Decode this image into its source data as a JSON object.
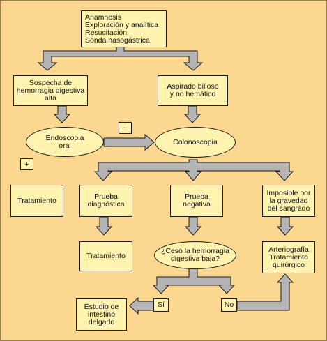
{
  "nodes": {
    "initial": "Anamnesis\nExploración y analítica\nResucitación\nSonda nasogástrica",
    "suspect_upper": "Sospecha de\nhemorragia digestiva\nalta",
    "bilious": "Aspirado bilioso\ny no hemático",
    "endoscopy": "Endoscopia\noral",
    "colonoscopy": "Colonoscopia",
    "treatment_left": "Tratamiento",
    "diagnostic": "Prueba\ndiagnóstica",
    "negative": "Prueba\nnegativa",
    "impossible": "Imposible por\nla gravedad\ndel sangrado",
    "treatment_mid": "Tratamiento",
    "stopped_question": "¿Cesó la hemorragia\ndigestiva baja?",
    "arteriography": "Arteriografía\nTratamiento\nquirúrgico",
    "small_bowel": "Estudio de\nintestino\ndelgado",
    "yes": "Sí",
    "no": "No"
  },
  "signs": {
    "minus": "−",
    "plus": "+"
  },
  "colors": {
    "background": "#fbd78f",
    "node_fill": "#fff3b0",
    "arrow_fill": "#b4b4b4",
    "stroke": "#1a1a1a"
  }
}
